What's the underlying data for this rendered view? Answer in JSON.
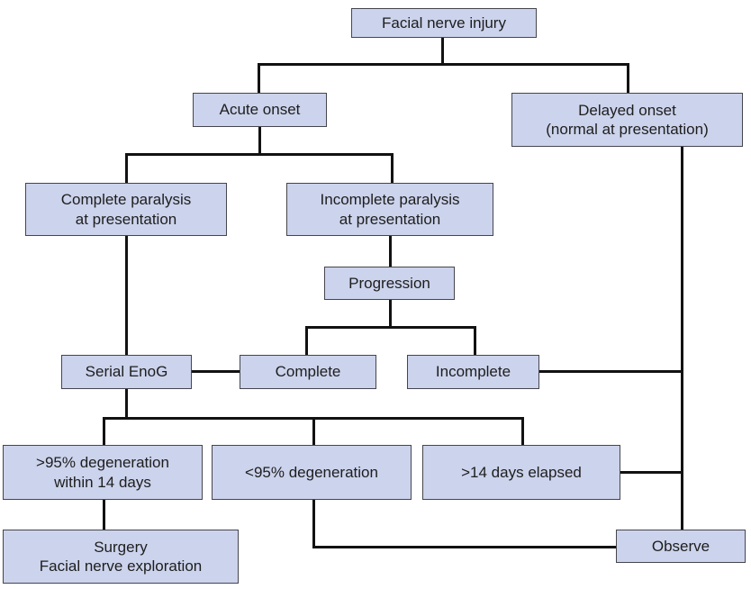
{
  "diagram": {
    "type": "flowchart",
    "topic": "Facial nerve injury management algorithm"
  },
  "colors": {
    "background": "#ffffff",
    "box_fill": "#ccd3ec",
    "box_border": "#45454d",
    "line": "#121212",
    "text": "#1e1e1e"
  },
  "nodes": {
    "facial_nerve_injury": "Facial nerve injury",
    "acute_onset": "Acute onset",
    "delayed_onset": "Delayed onset\n(normal at presentation)",
    "complete_paralysis": "Complete paralysis\nat presentation",
    "incomplete_paralysis": "Incomplete paralysis\nat presentation",
    "progression": "Progression",
    "serial_enog": "Serial EnoG",
    "complete": "Complete",
    "incomplete": "Incomplete",
    "deg_over_95": ">95% degeneration\nwithin 14 days",
    "deg_under_95": "<95% degeneration",
    "days_elapsed": ">14 days elapsed",
    "surgery": "Surgery\nFacial nerve exploration",
    "observe": "Observe"
  },
  "edges": [
    {
      "from": "facial_nerve_injury",
      "to": "acute_onset"
    },
    {
      "from": "facial_nerve_injury",
      "to": "delayed_onset"
    },
    {
      "from": "acute_onset",
      "to": "complete_paralysis"
    },
    {
      "from": "acute_onset",
      "to": "incomplete_paralysis"
    },
    {
      "from": "complete_paralysis",
      "to": "serial_enog"
    },
    {
      "from": "incomplete_paralysis",
      "to": "progression"
    },
    {
      "from": "progression",
      "to": "complete"
    },
    {
      "from": "progression",
      "to": "incomplete"
    },
    {
      "from": "complete",
      "to": "serial_enog"
    },
    {
      "from": "incomplete",
      "to": "observe"
    },
    {
      "from": "delayed_onset",
      "to": "observe"
    },
    {
      "from": "serial_enog",
      "to": "deg_over_95"
    },
    {
      "from": "serial_enog",
      "to": "deg_under_95"
    },
    {
      "from": "serial_enog",
      "to": "days_elapsed"
    },
    {
      "from": "deg_over_95",
      "to": "surgery"
    },
    {
      "from": "deg_under_95",
      "to": "observe"
    },
    {
      "from": "days_elapsed",
      "to": "observe"
    }
  ]
}
